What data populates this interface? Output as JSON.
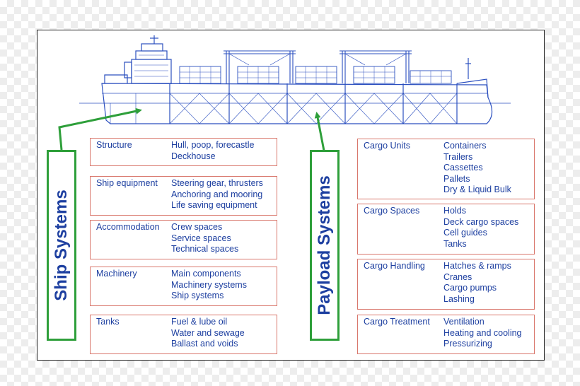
{
  "colors": {
    "text": "#1d3fa0",
    "ship_lines": "#2b4fbf",
    "box_border": "#d9776c",
    "arrow_green": "#2e9f3a"
  },
  "left_label": "Ship Systems",
  "right_label": "Payload Systems",
  "ship_boxes": [
    {
      "title": "Structure",
      "items": [
        "Hull, poop, forecastle",
        "Deckhouse"
      ]
    },
    {
      "title": "Ship equipment",
      "items": [
        "Steering gear, thrusters",
        "Anchoring and mooring",
        "Life saving equipment"
      ]
    },
    {
      "title": "Accommodation",
      "items": [
        "Crew spaces",
        "Service spaces",
        "Technical spaces"
      ]
    },
    {
      "title": "Machinery",
      "items": [
        "Main components",
        "Machinery systems",
        "Ship systems"
      ]
    },
    {
      "title": "Tanks",
      "items": [
        "Fuel & lube oil",
        "Water and sewage",
        "Ballast and voids"
      ]
    }
  ],
  "payload_boxes": [
    {
      "title": "Cargo Units",
      "items": [
        "Containers",
        "Trailers",
        "Cassettes",
        "Pallets",
        "Dry & Liquid Bulk"
      ]
    },
    {
      "title": "Cargo Spaces",
      "items": [
        "Holds",
        "Deck cargo spaces",
        "Cell guides",
        "Tanks"
      ]
    },
    {
      "title": "Cargo Handling",
      "items": [
        "Hatches & ramps",
        "Cranes",
        "Cargo pumps",
        "Lashing"
      ]
    },
    {
      "title": "Cargo Treatment",
      "items": [
        "Ventilation",
        "Heating and cooling",
        "Pressurizing"
      ]
    }
  ]
}
